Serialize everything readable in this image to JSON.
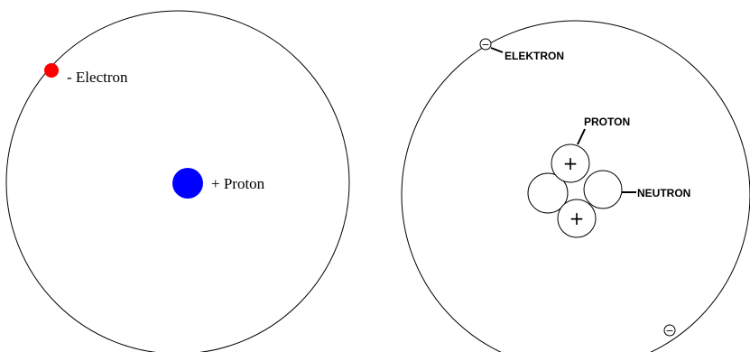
{
  "left_diagram": {
    "electron_label": "- Electron",
    "proton_label": "+ Proton",
    "electron_color": "#ff0000",
    "proton_color": "#0000ff"
  },
  "right_diagram": {
    "electron_label": "ELEKTRON",
    "proton_label": "PROTON",
    "neutron_label": "NEUTRON",
    "proton_symbol": "+",
    "electron_symbol": "−"
  }
}
